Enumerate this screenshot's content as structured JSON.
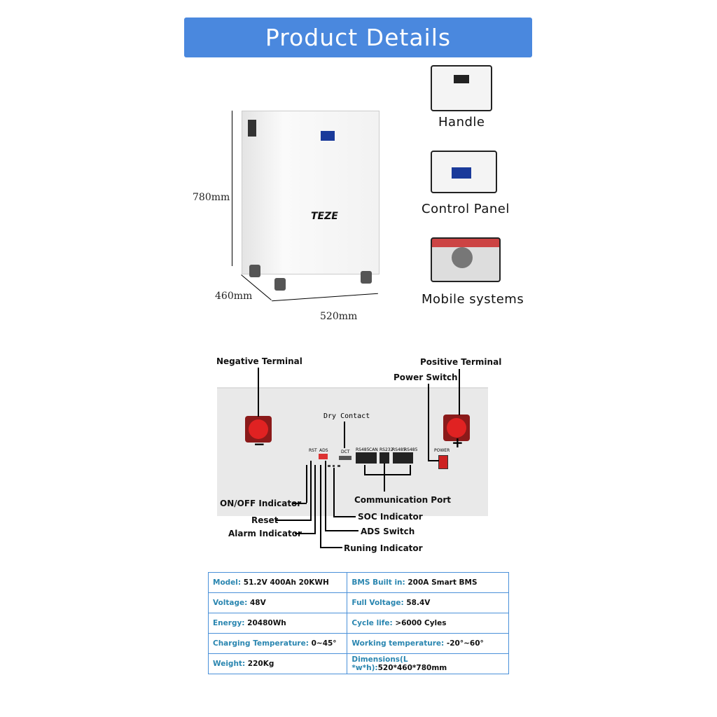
{
  "banner": {
    "title": "Product Details"
  },
  "product": {
    "logo": "TEZE",
    "dims": {
      "height": "780mm",
      "depth": "460mm",
      "width": "520mm"
    }
  },
  "features": [
    {
      "label": "Handle"
    },
    {
      "label": "Control Panel"
    },
    {
      "label": "Mobile systems"
    }
  ],
  "panel": {
    "labels": {
      "negative": "Negative Terminal",
      "positive": "Positive Terminal",
      "power_switch": "Power Switch",
      "dry_contact": "Dry Contact",
      "comm_port": "Communication Port",
      "onoff": "ON/OFF Indicator",
      "reset": "Reset",
      "alarm": "Alarm Indicator",
      "soc": "SOC Indicator",
      "ads": "ADS Switch",
      "running": "Runing Indicator"
    },
    "silk": {
      "rst": "RST",
      "ads": "ADS",
      "dct": "DCT",
      "rs485": "RS485",
      "can": "CAN",
      "rs232": "RS232",
      "rs485b": "RS485",
      "rs485c": "RS485",
      "power": "POWER",
      "minus": "−",
      "plus": "+"
    }
  },
  "specs": [
    [
      {
        "k": "Model: ",
        "v": "51.2V 400Ah 20KWH"
      },
      {
        "k": "BMS Built in: ",
        "v": "200A Smart BMS"
      }
    ],
    [
      {
        "k": "Voltage: ",
        "v": "48V"
      },
      {
        "k": "Full Voltage: ",
        "v": "58.4V"
      }
    ],
    [
      {
        "k": "Energy: ",
        "v": "20480Wh"
      },
      {
        "k": "Cycle life: ",
        "v": ">6000 Cyles"
      }
    ],
    [
      {
        "k": "Charging Temperature: ",
        "v": "0~45°"
      },
      {
        "k": "Working temperature: ",
        "v": "-20°~60°"
      }
    ],
    [
      {
        "k": "Weight: ",
        "v": "220Kg"
      },
      {
        "k": "Dimensions(L *w*h):",
        "v": "520*460*780mm"
      }
    ]
  ]
}
